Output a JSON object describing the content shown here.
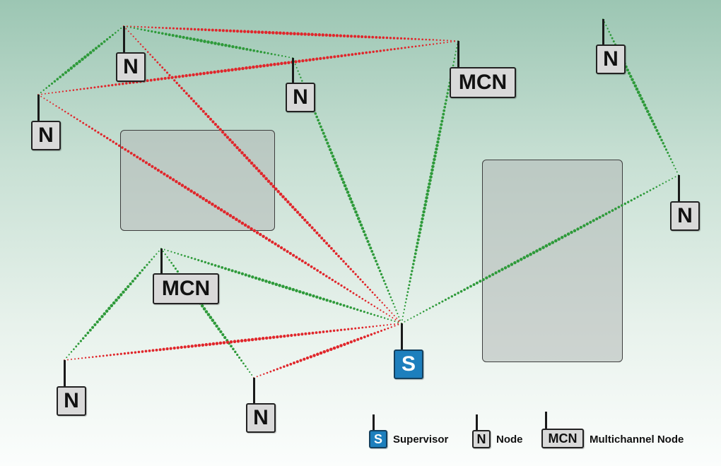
{
  "nodes": [
    {
      "id": "n1",
      "type": "N",
      "label": "N"
    },
    {
      "id": "n2",
      "type": "N",
      "label": "N"
    },
    {
      "id": "n3",
      "type": "N",
      "label": "N"
    },
    {
      "id": "mcn1",
      "type": "MCN",
      "label": "MCN"
    },
    {
      "id": "n4",
      "type": "N",
      "label": "N"
    },
    {
      "id": "n5",
      "type": "N",
      "label": "N"
    },
    {
      "id": "mcn2",
      "type": "MCN",
      "label": "MCN"
    },
    {
      "id": "n6",
      "type": "N",
      "label": "N"
    },
    {
      "id": "n7",
      "type": "N",
      "label": "N"
    },
    {
      "id": "sup",
      "type": "S",
      "label": "S"
    }
  ],
  "links": [
    {
      "from": "n1",
      "to": "n2",
      "status": "good"
    },
    {
      "from": "n1",
      "to": "n3",
      "status": "good"
    },
    {
      "from": "n1",
      "to": "sup",
      "status": "bad"
    },
    {
      "from": "n1",
      "to": "mcn2",
      "status": "bad"
    },
    {
      "from": "n2",
      "to": "sup",
      "status": "bad"
    },
    {
      "from": "n2",
      "to": "mcn2",
      "status": "bad"
    },
    {
      "from": "n3",
      "to": "sup",
      "status": "good"
    },
    {
      "from": "mcn1",
      "to": "n4",
      "status": "good"
    },
    {
      "from": "mcn1",
      "to": "n5",
      "status": "good"
    },
    {
      "from": "mcn1",
      "to": "sup",
      "status": "good"
    },
    {
      "from": "n4",
      "to": "sup",
      "status": "bad"
    },
    {
      "from": "n5",
      "to": "sup",
      "status": "bad"
    },
    {
      "from": "mcn2",
      "to": "sup",
      "status": "good"
    },
    {
      "from": "n6",
      "to": "n7",
      "status": "good"
    },
    {
      "from": "n7",
      "to": "sup",
      "status": "good"
    }
  ],
  "colors": {
    "good": "#2e9a3a",
    "bad": "#e0262b",
    "supervisor": "#1d7fbd"
  },
  "legend": {
    "supervisor_symbol": "S",
    "supervisor_label": "Supervisor",
    "node_symbol": "N",
    "node_label": "Node",
    "mcn_symbol": "MCN",
    "mcn_label": "Multichannel Node"
  }
}
